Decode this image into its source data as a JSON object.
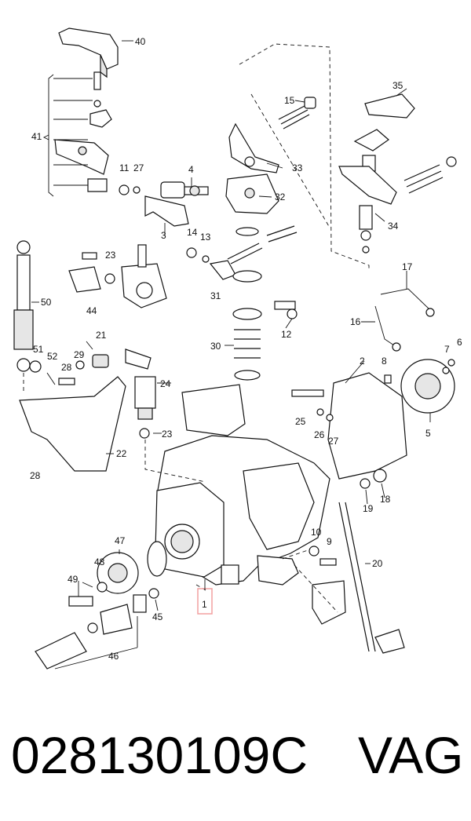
{
  "diagram": {
    "callouts": [
      "40",
      "41",
      "35",
      "15",
      "33",
      "11",
      "27",
      "4",
      "32",
      "3",
      "14",
      "13",
      "34",
      "23",
      "44",
      "31",
      "50",
      "12",
      "17",
      "21",
      "51",
      "52",
      "29",
      "28",
      "30",
      "16",
      "24",
      "2",
      "8",
      "7",
      "6",
      "25",
      "26",
      "23",
      "27",
      "5",
      "22",
      "28",
      "19",
      "18",
      "10",
      "9",
      "47",
      "48",
      "20",
      "49",
      "45",
      "46",
      "1"
    ],
    "highlight_color": "#f2a0a0"
  },
  "caption": {
    "part_number": "028130109C",
    "brand": "VAG"
  }
}
